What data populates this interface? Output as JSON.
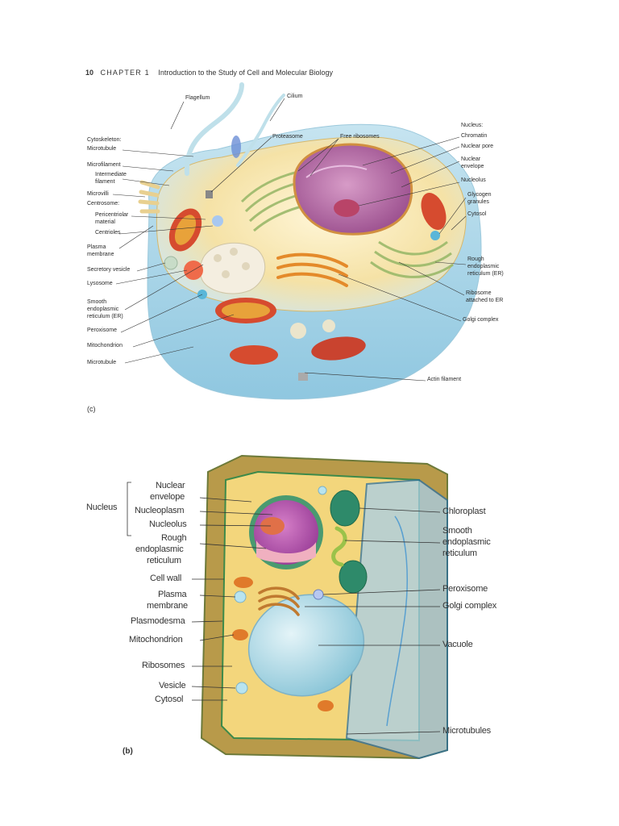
{
  "header": {
    "page_number": "10",
    "chapter": "CHAPTER 1",
    "title": "Introduction to the Study of Cell and Molecular Biology"
  },
  "figure_c": {
    "caption": "(c)",
    "labels": {
      "flagellum": "Flagellum",
      "cilium": "Cilium",
      "cytoskeleton": "Cytoskeleton:",
      "microtubule_top": "Microtubule",
      "microfilament": "Microfilament",
      "intermediate": "Intermediate",
      "filament": "filament",
      "microvilli": "Microvilli",
      "centrosome": "Centrosome:",
      "pericentriolar": "Pericentriolar",
      "material": "material",
      "centrioles": "Centrioles",
      "plasma": "Plasma",
      "membrane": "membrane",
      "secretory_vesicle": "Secretory vesicle",
      "lysosome": "Lysosome",
      "smooth": "Smooth",
      "endoplasmic": "endoplasmic",
      "reticulum_er": "reticulum (ER)",
      "peroxisome": "Peroxisome",
      "mitochondrion": "Mitochondrion",
      "microtubule_bottom": "Microtubule",
      "proteasome": "Proteasome",
      "free_ribosomes": "Free ribosomes",
      "nucleus": "Nucleus:",
      "chromatin": "Chromatin",
      "nuclear_pore": "Nuclear pore",
      "nuclear": "Nuclear",
      "envelope": "envelope",
      "nucleolus": "Nucleolus",
      "glycogen": "Glycogen",
      "granules": "granules",
      "cytosol": "Cytosol",
      "rough": "Rough",
      "endoplasmic_r": "endoplasmic",
      "reticulum_er_r": "reticulum (ER)",
      "ribosome": "Ribosome",
      "attached_to_er": "attached to ER",
      "golgi_complex": "Golgi complex",
      "actin_filament": "Actin filament"
    }
  },
  "figure_b": {
    "caption": "(b)",
    "labels": {
      "nucleus_bracket": "Nucleus",
      "nuclear": "Nuclear",
      "envelope": "envelope",
      "nucleoplasm": "Nucleoplasm",
      "nucleolus": "Nucleolus",
      "rough": "Rough",
      "endoplasmic": "endoplasmic",
      "reticulum": "reticulum",
      "cell_wall": "Cell wall",
      "plasma": "Plasma",
      "membrane": "membrane",
      "plasmodesma": "Plasmodesma",
      "mitochondrion": "Mitochondrion",
      "ribosomes": "Ribosomes",
      "vesicle": "Vesicle",
      "cytosol": "Cytosol",
      "chloroplast": "Chloroplast",
      "smooth": "Smooth",
      "endoplasmic_r": "endoplasmic",
      "reticulum_r": "reticulum",
      "peroxisome": "Peroxisome",
      "golgi_complex": "Golgi complex",
      "vacuole": "Vacuole",
      "microtubules": "Microtubules"
    }
  }
}
